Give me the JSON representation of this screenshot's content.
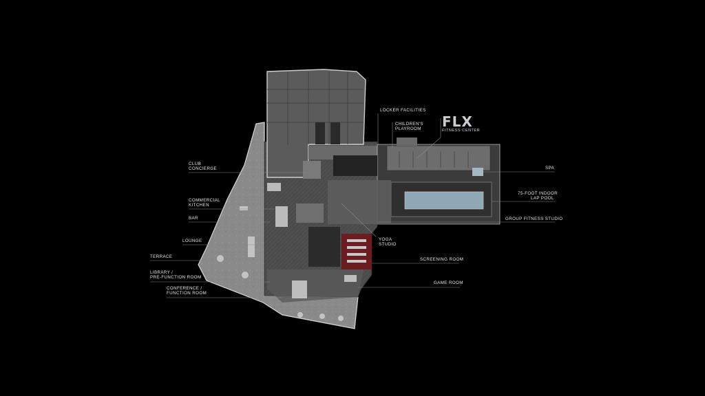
{
  "brand": {
    "logo": "FLX",
    "subtitle": "FITNESS CENTER"
  },
  "labels": {
    "locker_facilities": "LOCKER FACILITIES",
    "childrens_playroom": [
      "CHILDREN'S",
      "PLAYROOM"
    ],
    "club_concierge": [
      "CLUB",
      "CONCIERGE"
    ],
    "commercial_kitchen": [
      "COMMERCIAL",
      "KITCHEN"
    ],
    "bar": "BAR",
    "lounge": "LOUNGE",
    "terrace": "TERRACE",
    "library": [
      "LIBRARY /",
      "PRE-FUNCTION ROOM"
    ],
    "conference": [
      "CONFERENCE /",
      "FUNCTION ROOM"
    ],
    "spa": "SPA",
    "lap_pool": [
      "75-FOOT INDOOR",
      "LAP POOL"
    ],
    "group_fitness": "GROUP FITNESS STUDIO",
    "yoga_studio": [
      "YOGA",
      "STUDIO"
    ],
    "screening_room": "SCREENING ROOM",
    "game_room": "GAME ROOM"
  },
  "colors": {
    "background": "#000000",
    "tower": "#555555",
    "interior": "#4a4a4a",
    "terrace": "#8c8c8c",
    "fitness": "#3c3c3c",
    "pool": "#8fa8b4",
    "screening_room": "#6b1d22",
    "label": "#e6e6e6"
  }
}
